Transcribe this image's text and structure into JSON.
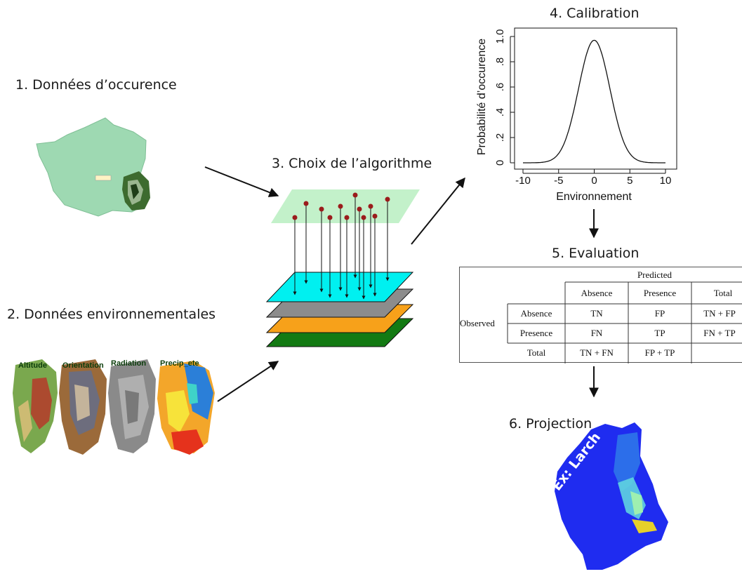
{
  "steps": {
    "s1": "1. Données d’occurence",
    "s2": "2. Données environnementales",
    "s3": "3. Choix de l’algorithme",
    "s4": "4. Calibration",
    "s5": "5. Evaluation",
    "s6": "6. Projection"
  },
  "env_maps": [
    "Altitude",
    "Orientation",
    "Radiation",
    "Precip_ete"
  ],
  "projection_label": "Ex: Larch",
  "chart_data": {
    "type": "line",
    "title": "4. Calibration",
    "xlabel": "Environnement",
    "ylabel": "Probabilité d’occurence",
    "xlim": [
      -10,
      10
    ],
    "ylim": [
      0,
      1
    ],
    "xticks": [
      "-10",
      "-5",
      "0",
      "5",
      "10"
    ],
    "yticks": [
      "0",
      ".2",
      ".4",
      ".6",
      ".8",
      "1.0"
    ],
    "series": [
      {
        "shape": "gaussian",
        "peak": 0.97,
        "center": 0,
        "sigma": 2.2
      }
    ]
  },
  "confusion_table": {
    "predicted": "Predicted",
    "observed": "Observed",
    "col_headers": [
      "Absence",
      "Presence",
      "Total"
    ],
    "rows": [
      {
        "label": "Absence",
        "cells": [
          "TN",
          "FP",
          "TN + FP"
        ]
      },
      {
        "label": "Presence",
        "cells": [
          "FN",
          "TP",
          "FN + TP"
        ]
      },
      {
        "label": "Total",
        "cells": [
          "TN + FN",
          "FP + TP",
          ""
        ]
      }
    ]
  }
}
